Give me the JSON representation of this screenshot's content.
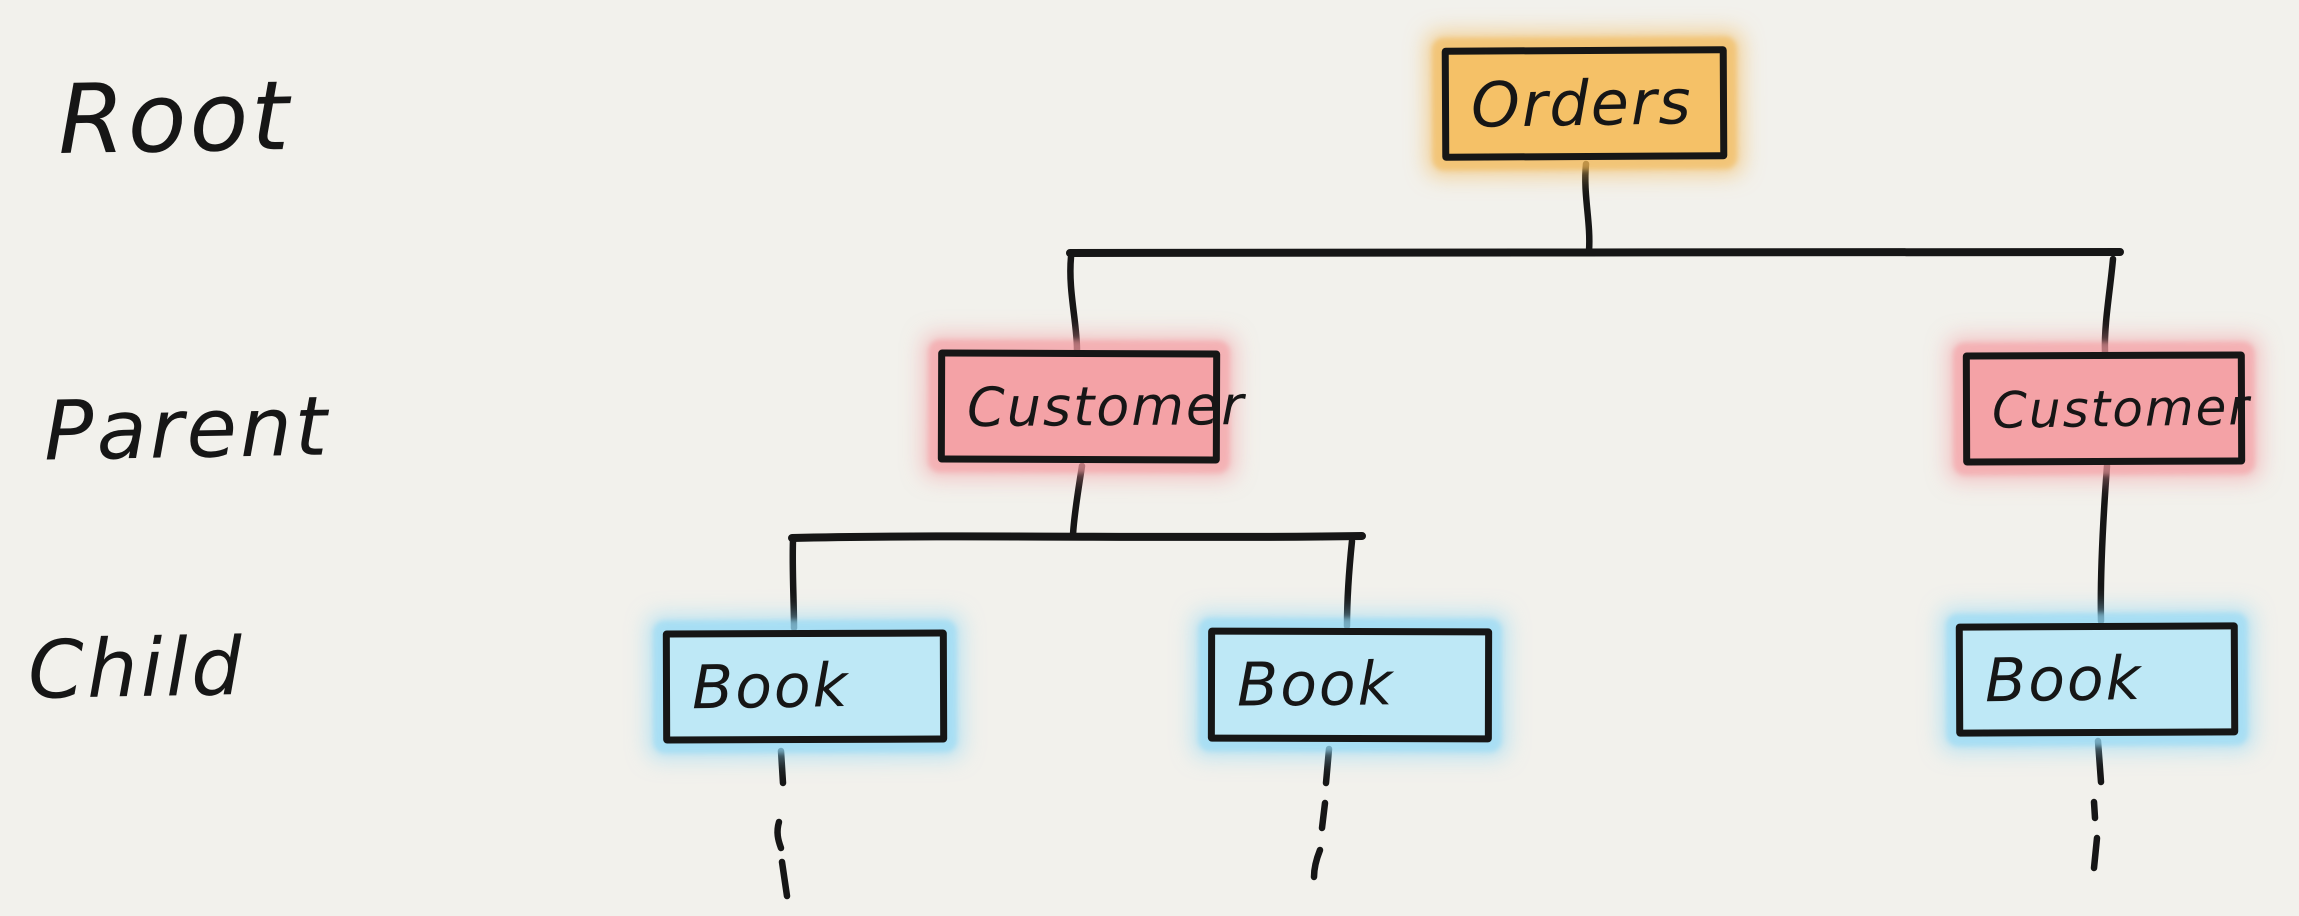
{
  "canvas": {
    "background": "#f2f1ec",
    "ink": "#161616"
  },
  "palette": {
    "root_fill": "#f5c167",
    "root_halo": "rgba(243,184,86,0.55)",
    "parent_fill": "#f4a2a6",
    "parent_halo": "rgba(246,153,159,0.5)",
    "child_fill": "#bee8f6",
    "child_halo": "rgba(146,217,245,0.55)"
  },
  "row_labels": [
    {
      "label": "Root"
    },
    {
      "label": "Parent"
    },
    {
      "label": "Child"
    }
  ],
  "tree": {
    "root": {
      "label": "Orders"
    },
    "parents": [
      {
        "label": "Customer"
      },
      {
        "label": "Customer"
      }
    ],
    "children": [
      {
        "label": "Book"
      },
      {
        "label": "Book"
      },
      {
        "label": "Book"
      }
    ]
  }
}
